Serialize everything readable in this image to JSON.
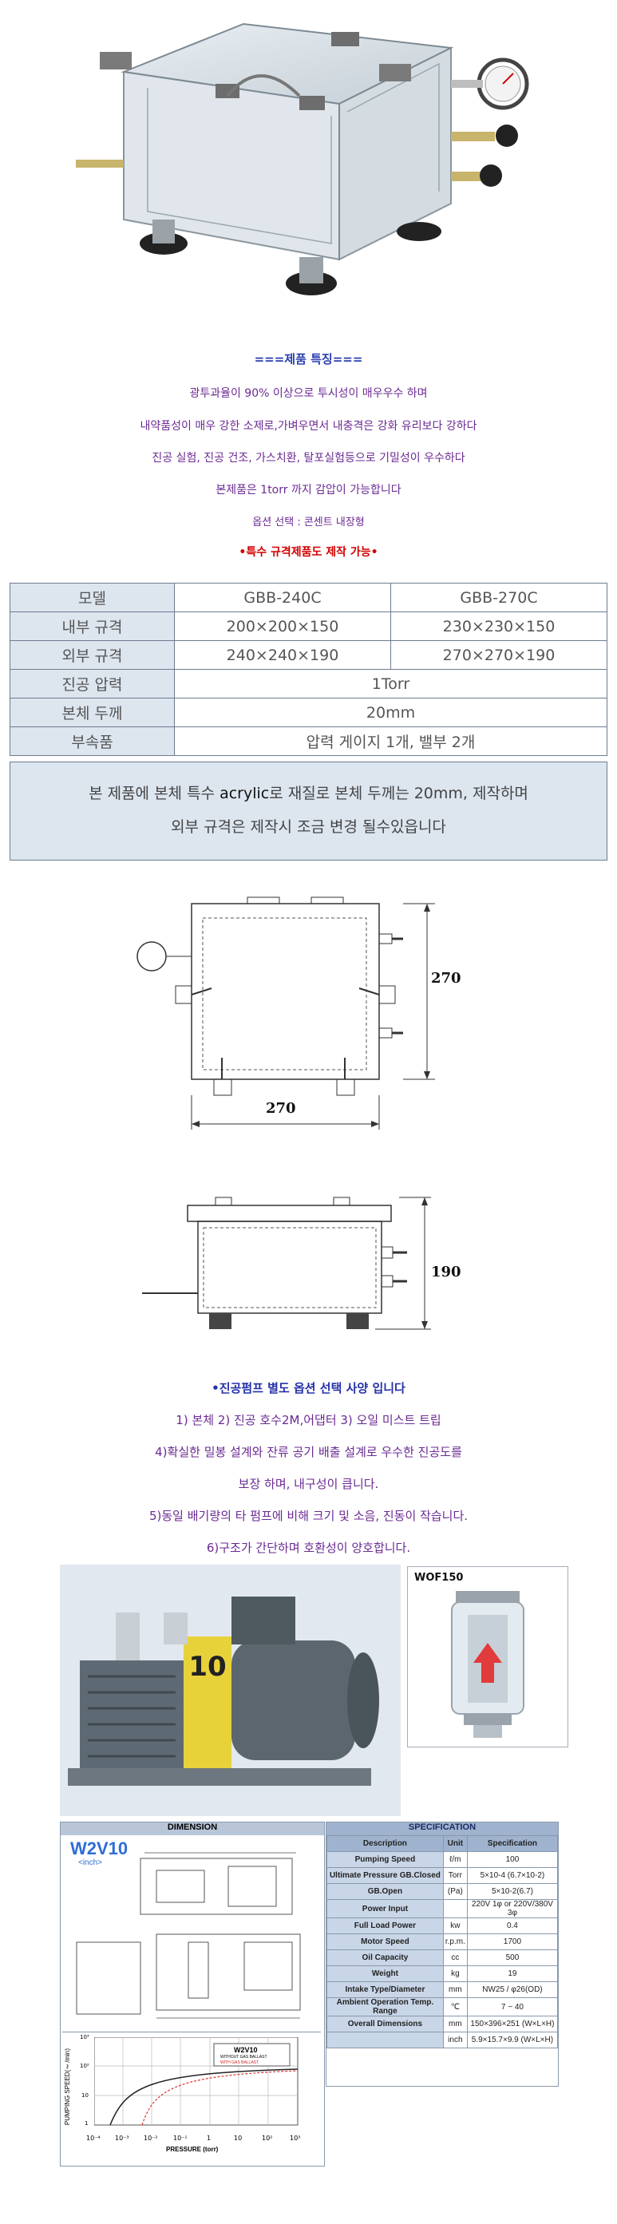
{
  "features": {
    "title": "===제품 특징===",
    "lines": [
      "광투과율이 90% 이상으로 투시성이 매우우수 하며",
      "내약품성이 매우 강한 소제로,가벼우면서 내충격은 강화 유리보다 강하다",
      "진공 실험, 진공 건조, 가스치환, 탈포실험등으로 기밀성이 우수하다",
      "본제품은 1torr 까지 감압이 가능합니다",
      "옵션 선택 : 콘센트 내장형"
    ],
    "custom": "•특수 규격제품도 제작 가능•"
  },
  "spec_table": {
    "header": [
      "모델",
      "GBB-240C",
      "GBB-270C"
    ],
    "rows": [
      {
        "label": "내부 규격",
        "a": "200×200×150",
        "b": "230×230×150"
      },
      {
        "label": "외부 규격",
        "a": "240×240×190",
        "b": "270×270×190"
      }
    ],
    "merged_rows": [
      {
        "label": "진공 압력",
        "value": "1Torr"
      },
      {
        "label": "본체 두께",
        "value": "20mm"
      },
      {
        "label": "부속품",
        "value": "압력 게이지 1개, 밸부 2개"
      }
    ]
  },
  "note": {
    "line1_pre": "본 제품에 본체 특수 ",
    "line1_hl": "acrylic",
    "line1_post": "로 재질로 본체 두께는 20mm, 제작하며",
    "line2": "외부 규격은 제작시 조금 변경 될수있읍니다"
  },
  "drawing": {
    "top_dim_side": "270",
    "top_dim_bottom": "270",
    "side_dim": "190"
  },
  "pump": {
    "title": "•진공펌프 별도 옵션 선택 사양 입니다",
    "lines": [
      "1) 본체 2) 진공 호수2M,어댑터 3) 오일 미스트 트립",
      "4)확실한 밀봉 설계와 잔류 공기 배출 설계로 우수한 진공도를",
      "보장 하며, 내구성이 큽니다.",
      "5)동일 배기량의 타 펌프에 비해 크기 및 소음, 진동이 작습니다.",
      "6)구조가 간단하며 호환성이 양호합니다."
    ],
    "filter_label": "WOF150",
    "pump_number": "10"
  },
  "dimension_panel": {
    "header": "DIMENSION",
    "model": "W2V10",
    "unit": "<inch>",
    "graph_title": "W2V10",
    "graph_ylabel": "PUMPING SPEED(ℓ/min)",
    "graph_xlabel": "PRESSURE (torr)",
    "legend": [
      "WITHOUT GAS BALLAST",
      "WITH GAS BALLAST"
    ],
    "x_ticks": [
      "10⁻⁴",
      "10⁻³",
      "10⁻²",
      "10⁻¹",
      "1",
      "10",
      "10²",
      "10³"
    ],
    "y_ticks": [
      "10³",
      "10²",
      "10",
      "1"
    ]
  },
  "spec_panel": {
    "header": "SPECIFICATION",
    "columns": [
      "Description",
      "Unit",
      "Specification"
    ],
    "rows": [
      [
        "Pumping Speed",
        "ℓ/m",
        "100"
      ],
      [
        "Ultimate Pressure GB.Closed",
        "Torr",
        "5×10-4 (6.7×10-2)"
      ],
      [
        "GB.Open",
        "(Pa)",
        "5×10-2(6.7)"
      ],
      [
        "Power Input",
        "",
        "220V 1φ or 220V/380V 3φ"
      ],
      [
        "Full Load Power",
        "kw",
        "0.4"
      ],
      [
        "Motor Speed",
        "r.p.m.",
        "1700"
      ],
      [
        "Oil Capacity",
        "cc",
        "500"
      ],
      [
        "Weight",
        "kg",
        "19"
      ],
      [
        "Intake Type/Diameter",
        "mm",
        "NW25 / φ26(OD)"
      ],
      [
        "Ambient Operation Temp. Range",
        "℃",
        "7 ~ 40"
      ],
      [
        "Overall Dimensions",
        "mm",
        "150×396×251 (W×L×H)"
      ],
      [
        "",
        "inch",
        "5.9×15.7×9.9 (W×L×H)"
      ]
    ]
  },
  "colors": {
    "accent_purple": "#6b2a93",
    "accent_blue": "#2431a8",
    "table_label_bg": "#dde5ef",
    "red": "#d10000"
  }
}
